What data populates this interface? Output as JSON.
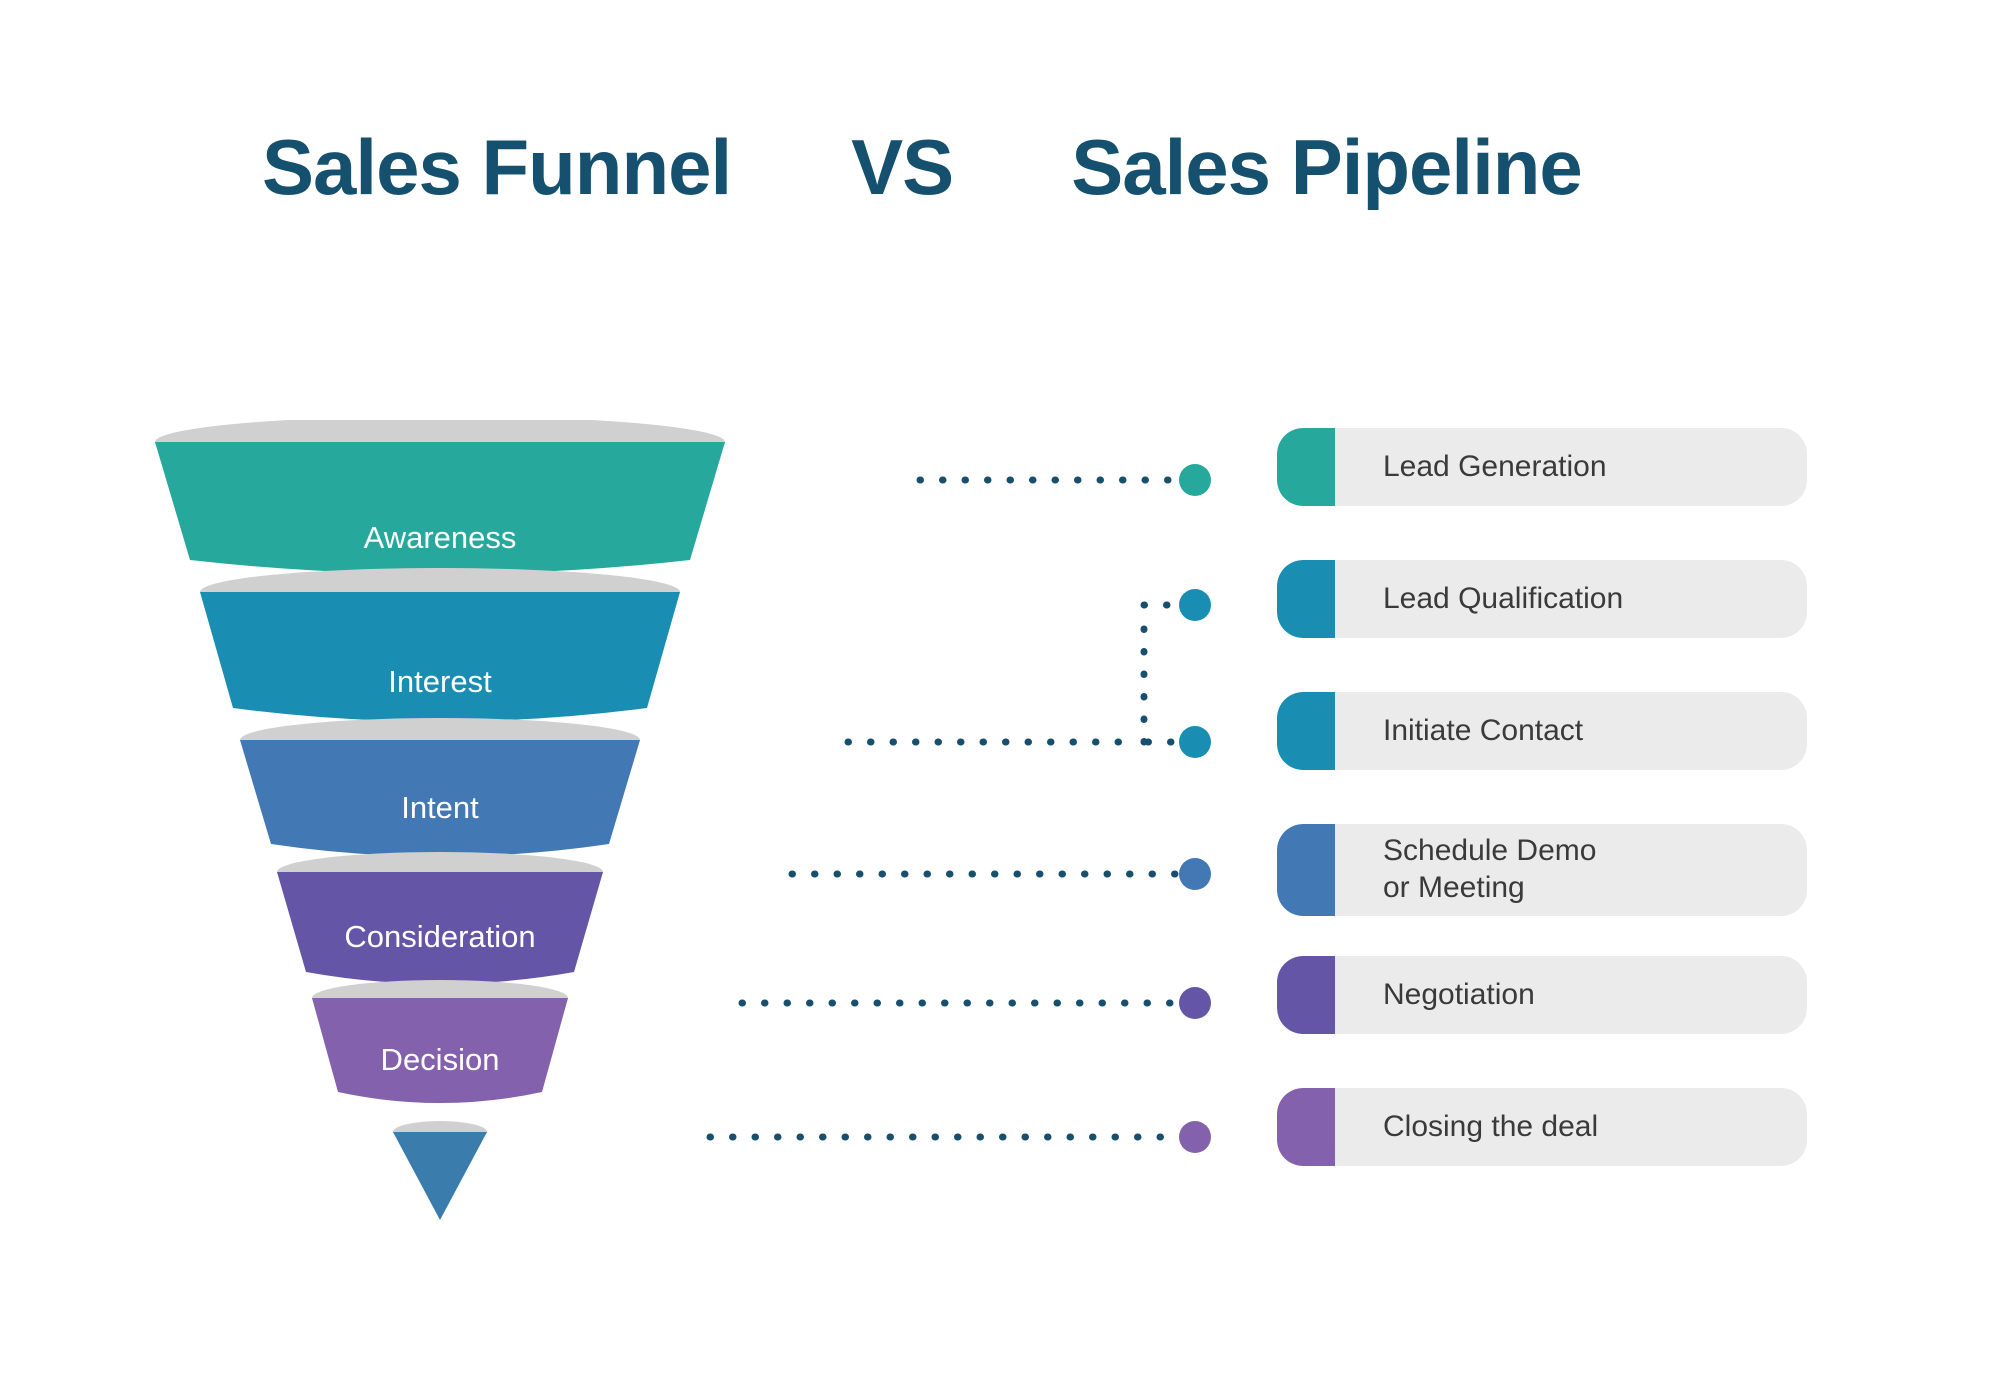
{
  "title": {
    "left": "Sales Funnel",
    "vs": "VS",
    "right": "Sales Pipeline"
  },
  "colors": {
    "title": "#15506f",
    "connector_dot": "#174f6d",
    "funnel_top_ellipse": "#d0d0d0",
    "pill_background": "#ebebeb",
    "pill_text": "#3a3a3a",
    "funnel_tip": "#3a7cac",
    "background": "#ffffff"
  },
  "funnel": {
    "stages": [
      {
        "label": "Awareness",
        "color": "#27a89c"
      },
      {
        "label": "Interest",
        "color": "#1a8eb2"
      },
      {
        "label": "Intent",
        "color": "#4278b4"
      },
      {
        "label": "Consideration",
        "color": "#6455a6"
      },
      {
        "label": "Decision",
        "color": "#8461ac"
      }
    ],
    "tip": {
      "color": "#3a7cac"
    }
  },
  "pipeline": {
    "items": [
      {
        "label": "Lead Generation",
        "color": "#27a89c",
        "dot_color": "#27a89c"
      },
      {
        "label": "Lead Qualification",
        "color": "#1a8eb2",
        "dot_color": "#1a8eb2"
      },
      {
        "label": "Initiate Contact",
        "color": "#1a8eb2",
        "dot_color": "#1a8eb2"
      },
      {
        "label": "Schedule Demo\nor Meeting",
        "color": "#4278b4",
        "dot_color": "#4278b4"
      },
      {
        "label": "Negotiation",
        "color": "#6455a6",
        "dot_color": "#6455a6"
      },
      {
        "label": "Closing the deal",
        "color": "#8461ac",
        "dot_color": "#8461ac"
      }
    ]
  },
  "connections": [
    {
      "from": "Awareness",
      "to": [
        "Lead Generation"
      ]
    },
    {
      "from": "Interest",
      "to": [
        "Lead Qualification",
        "Initiate Contact"
      ]
    },
    {
      "from": "Intent",
      "to": [
        "Schedule Demo or Meeting"
      ]
    },
    {
      "from": "Consideration",
      "to": [
        "Negotiation"
      ]
    },
    {
      "from": "Decision",
      "to": [
        "Closing the deal"
      ]
    }
  ]
}
